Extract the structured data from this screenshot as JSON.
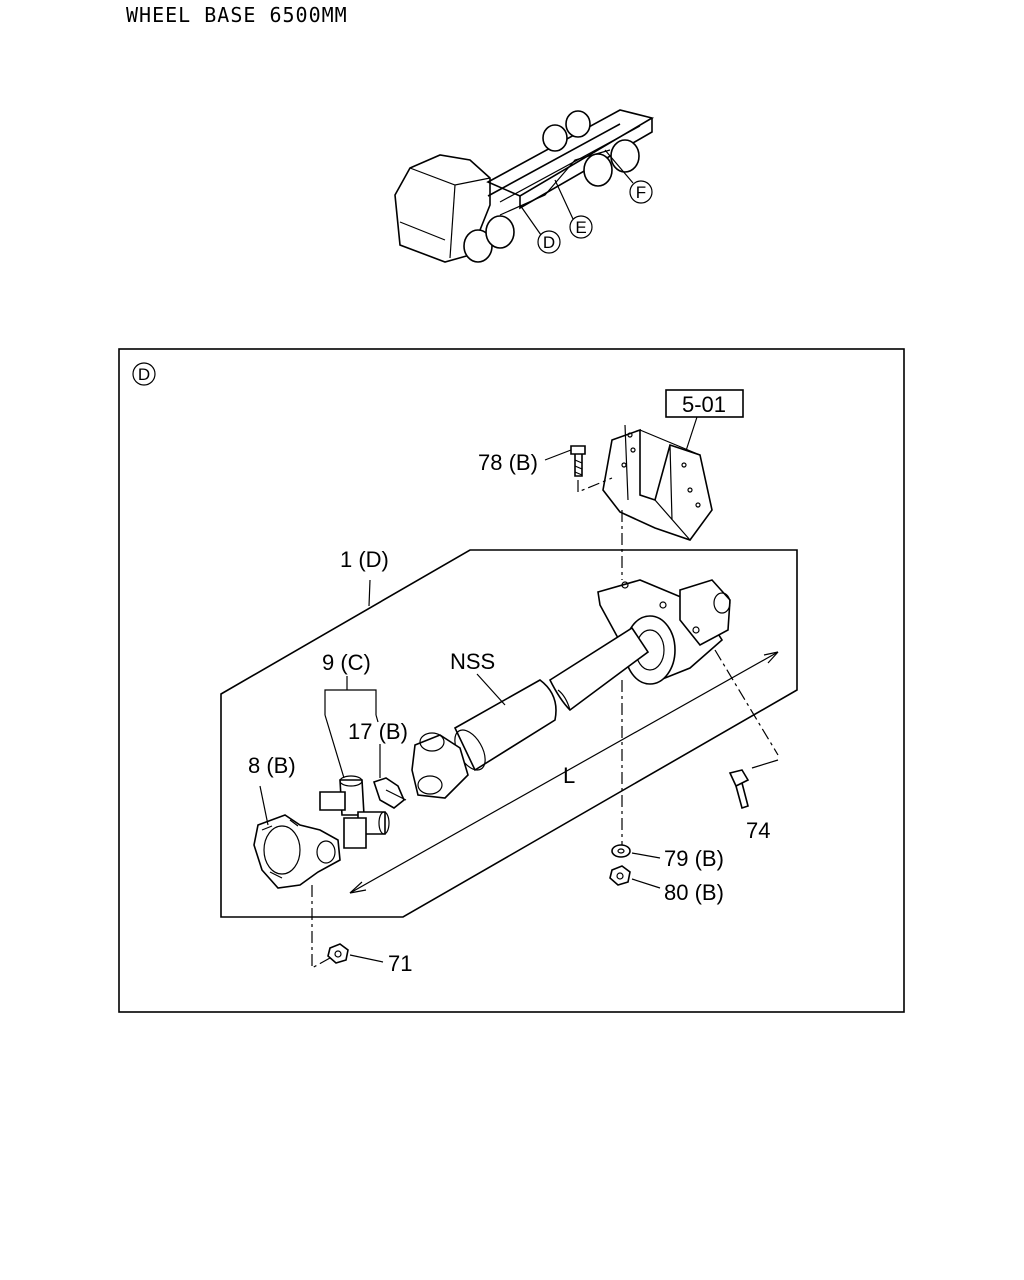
{
  "header": {
    "title": "WHEEL BASE 6500MM"
  },
  "overview": {
    "callouts": [
      {
        "id": "D",
        "label": "D"
      },
      {
        "id": "E",
        "label": "E"
      },
      {
        "id": "F",
        "label": "F"
      }
    ]
  },
  "detail": {
    "view_label": "D",
    "ref_box": "5-01",
    "parts": [
      {
        "id": "p1",
        "label": "1 (D)"
      },
      {
        "id": "p9",
        "label": "9 (C)"
      },
      {
        "id": "nss",
        "label": "NSS"
      },
      {
        "id": "p17",
        "label": "17 (B)"
      },
      {
        "id": "p8",
        "label": "8 (B)"
      },
      {
        "id": "pL",
        "label": "L"
      },
      {
        "id": "p74",
        "label": "74"
      },
      {
        "id": "p78",
        "label": "78 (B)"
      },
      {
        "id": "p79",
        "label": "79 (B)"
      },
      {
        "id": "p80",
        "label": "80 (B)"
      },
      {
        "id": "p71",
        "label": "71"
      }
    ]
  }
}
